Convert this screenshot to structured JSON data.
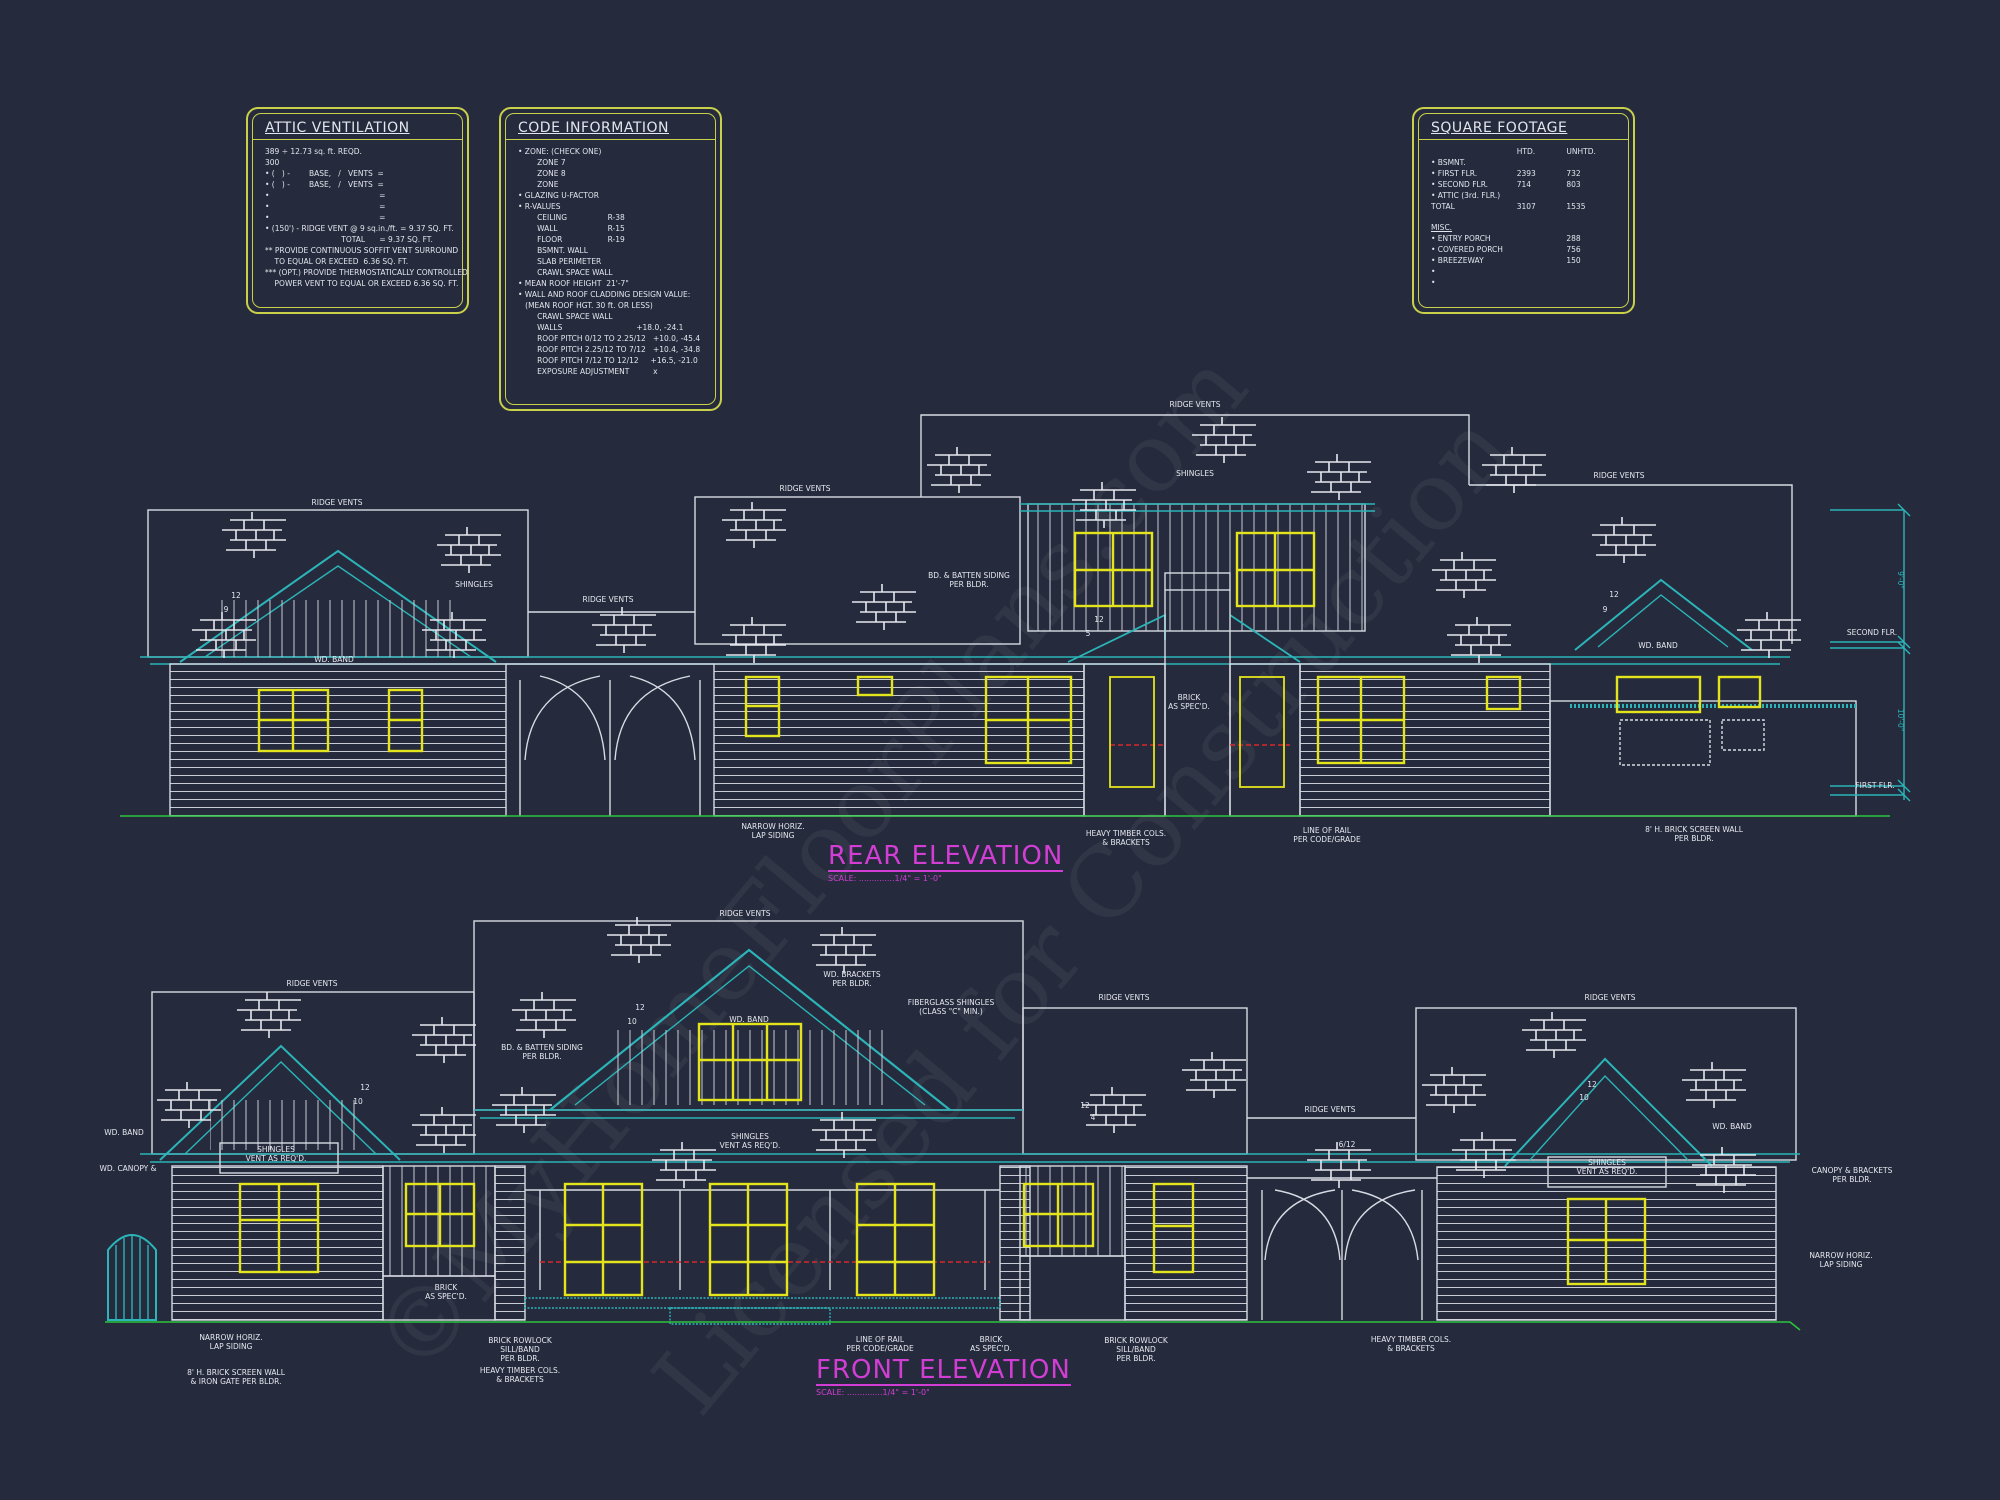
{
  "watermark": [
    "©MyHomeFloorPlans.com",
    "Licensed for Construction"
  ],
  "attic_ventilation": {
    "title": "ATTIC VENTILATION",
    "lines": [
      "389 ÷ 12.73 sq. ft. REQD.",
      "300",
      "• (   ) -        BASE,   /   VENTS  =",
      "• (   ) -        BASE,   /   VENTS  =",
      "•                                              =",
      "•                                              =",
      "•                                              =",
      "• (150') - RIDGE VENT @ 9 sq.in./ft. = 9.37 SQ. FT.",
      "                                TOTAL      = 9.37 SQ. FT.",
      "",
      "** PROVIDE CONTINUOUS SOFFIT VENT SURROUND",
      "    TO EQUAL OR EXCEED  6.36 SQ. FT.",
      "*** (OPT.) PROVIDE THERMOSTATICALLY CONTROLLED",
      "    POWER VENT TO EQUAL OR EXCEED 6.36 SQ. FT."
    ]
  },
  "code_information": {
    "title": "CODE INFORMATION",
    "lines": [
      "• ZONE: (CHECK ONE)",
      "        ZONE 7",
      "        ZONE 8",
      "        ZONE",
      "• GLAZING U-FACTOR",
      "• R-VALUES",
      "        CEILING                 R-38",
      "        WALL                     R-15",
      "        FLOOR                   R-19",
      "        BSMNT. WALL",
      "        SLAB PERIMETER",
      "        CRAWL SPACE WALL",
      "• MEAN ROOF HEIGHT  21'-7\"",
      "• WALL AND ROOF CLADDING DESIGN VALUE:",
      "   (MEAN ROOF HGT. 30 ft. OR LESS)",
      "        CRAWL SPACE WALL",
      "        WALLS                               +18.0, -24.1",
      "        ROOF PITCH 0/12 TO 2.25/12   +10.0, -45.4",
      "        ROOF PITCH 2.25/12 TO 7/12   +10.4, -34.8",
      "        ROOF PITCH 7/12 TO 12/12     +16.5, -21.0",
      "        EXPOSURE ADJUSTMENT          x"
    ]
  },
  "square_footage": {
    "title": "SQUARE FOOTAGE",
    "columns": [
      "",
      "HTD.",
      "UNHTD."
    ],
    "rows": [
      [
        "• BSMNT.",
        "",
        ""
      ],
      [
        "• FIRST FLR.",
        "2393",
        "732"
      ],
      [
        "• SECOND FLR.",
        "714",
        "803"
      ],
      [
        "• ATTIC (3rd. FLR.)",
        "",
        ""
      ],
      [
        "TOTAL",
        "3107",
        "1535"
      ]
    ],
    "misc_title": "MISC.",
    "misc_rows": [
      [
        "• ENTRY PORCH",
        "",
        "288"
      ],
      [
        "• COVERED PORCH",
        "",
        "756"
      ],
      [
        "• BREEZEWAY",
        "",
        "150"
      ],
      [
        "•",
        "",
        ""
      ],
      [
        "•",
        "",
        ""
      ]
    ]
  },
  "rear_elevation": {
    "title": "REAR ELEVATION",
    "scale": "SCALE: ..............1/4\" = 1'-0\"",
    "dimensions": [
      "9'-0\"",
      "10'-0\""
    ],
    "levels": [
      "SECOND FLR.",
      "FIRST FLR."
    ],
    "labels": [
      [
        "RIDGE VENTS"
      ],
      [
        "RIDGE VENTS"
      ],
      [
        "RIDGE VENTS"
      ],
      [
        "RIDGE VENTS"
      ],
      [
        "RIDGE VENTS"
      ],
      [
        "SHINGLES"
      ],
      [
        "SHINGLES"
      ],
      [
        "BD. & BATTEN SIDING",
        "PER BLDR."
      ],
      [
        "BRICK",
        "AS SPEC'D."
      ],
      [
        "WD. BAND"
      ],
      [
        "WD. BAND"
      ],
      [
        "NARROW HORIZ.",
        "LAP SIDING"
      ],
      [
        "HEAVY TIMBER COLS.",
        "& BRACKETS"
      ],
      [
        "LINE OF RAIL",
        "PER CODE/GRADE"
      ],
      [
        "8' H. BRICK SCREEN WALL",
        "PER BLDR."
      ],
      [
        "12"
      ],
      [
        "9"
      ],
      [
        "12"
      ],
      [
        "5"
      ],
      [
        "12"
      ],
      [
        "9"
      ]
    ]
  },
  "front_elevation": {
    "title": "FRONT ELEVATION",
    "scale": "SCALE: ..............1/4\" = 1'-0\"",
    "labels": [
      [
        "RIDGE VENTS"
      ],
      [
        "RIDGE VENTS"
      ],
      [
        "RIDGE VENTS"
      ],
      [
        "RIDGE VENTS"
      ],
      [
        "RIDGE VENTS"
      ],
      [
        "WD. BRACKETS",
        "PER BLDR."
      ],
      [
        "FIBERGLASS SHINGLES",
        "(CLASS \"C\" MIN.)"
      ],
      [
        "BD. & BATTEN SIDING",
        "PER BLDR."
      ],
      [
        "WD. BAND"
      ],
      [
        "WD. BAND"
      ],
      [
        "WD. BAND"
      ],
      [
        "SHINGLES",
        "VENT AS REQ'D."
      ],
      [
        "SHINGLES",
        "VENT AS REQ'D."
      ],
      [
        "SHINGLES",
        "VENT AS REQ'D."
      ],
      [
        "WD. CANOPY &"
      ],
      [
        "BRICK",
        "AS SPEC'D."
      ],
      [
        "BRICK",
        "AS SPEC'D."
      ],
      [
        "NARROW HORIZ.",
        "LAP SIDING"
      ],
      [
        "NARROW HORIZ.",
        "LAP SIDING"
      ],
      [
        "8' H. BRICK SCREEN WALL",
        "& IRON GATE PER BLDR."
      ],
      [
        "BRICK ROWLOCK",
        "SILL/BAND",
        "PER BLDR."
      ],
      [
        "BRICK ROWLOCK",
        "SILL/BAND",
        "PER BLDR."
      ],
      [
        "HEAVY TIMBER COLS.",
        "& BRACKETS"
      ],
      [
        "HEAVY TIMBER COLS.",
        "& BRACKETS"
      ],
      [
        "LINE OF RAIL",
        "PER CODE/GRADE"
      ],
      [
        "CANOPY & BRACKETS",
        "PER BLDR."
      ],
      [
        "6/12"
      ],
      [
        "12"
      ],
      [
        "10"
      ],
      [
        "12"
      ],
      [
        "10"
      ],
      [
        "12"
      ],
      [
        "4"
      ],
      [
        "12"
      ],
      [
        "10"
      ]
    ]
  },
  "colors": {
    "background": "#252a3c",
    "table_border": "#c9d04a",
    "linework": "#d8dbe3",
    "trim": "#2bb5b8",
    "windows": "#e4e41c",
    "titles": "#d23ed4",
    "grade": "#2cc43c"
  }
}
